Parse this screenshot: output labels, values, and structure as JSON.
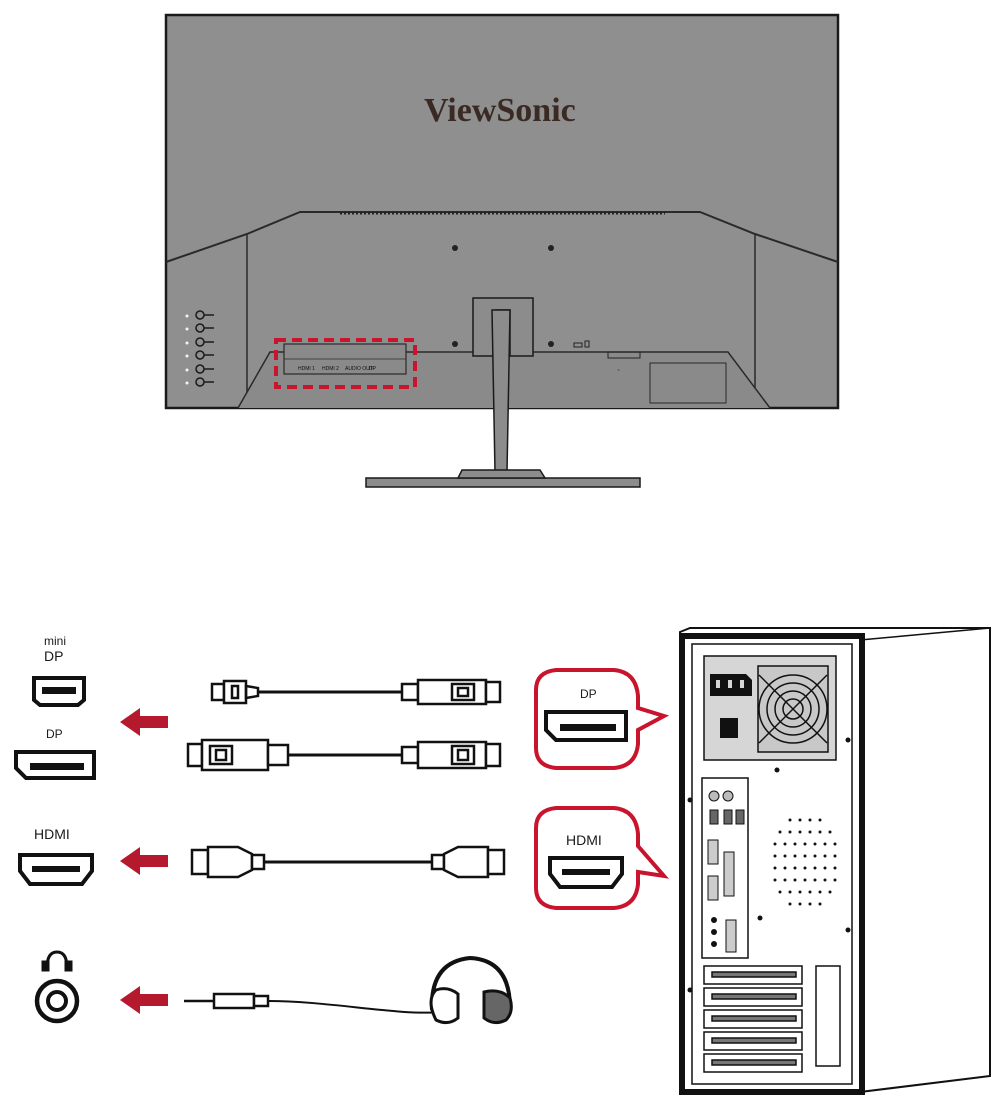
{
  "monitor": {
    "brand": "ViewSonic",
    "port_labels": [
      "HDMI 1",
      "HDMI 2",
      "AUDIO OUT",
      "DP"
    ]
  },
  "ports": {
    "minidp_label_line1": "mini",
    "minidp_label_line2": "DP",
    "dp_label": "DP",
    "hdmi_label": "HDMI"
  },
  "callouts": {
    "dp_label": "DP",
    "hdmi_label": "HDMI"
  },
  "colors": {
    "arrow": "#b5192e",
    "highlight": "#c8142d",
    "monitor_body": "#8e8e8e",
    "outline": "#1a1a1a"
  },
  "icons": [
    "headphone-icon",
    "arrow-left-icon",
    "power-socket-icon",
    "fan-icon"
  ]
}
